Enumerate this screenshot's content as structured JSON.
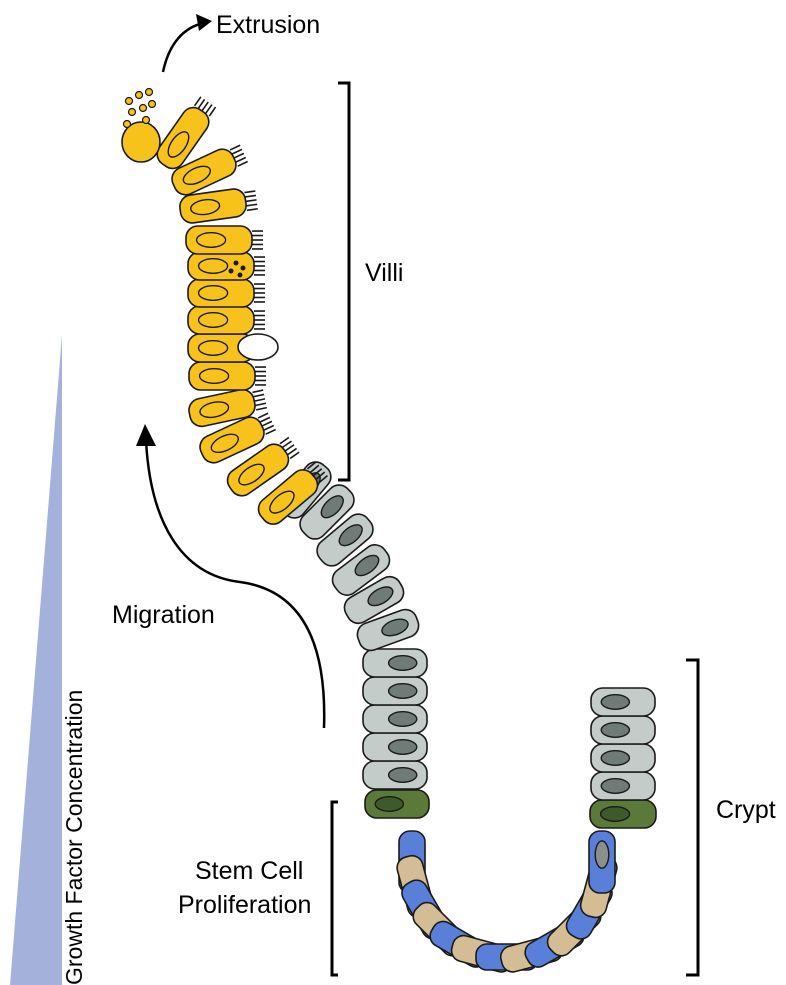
{
  "labels": {
    "extrusion": "Extrusion",
    "villi": "Villi",
    "migration": "Migration",
    "crypt": "Crypt",
    "stem_line1": "Stem Cell",
    "stem_line2": "Proliferation",
    "gradient": "Growth Factor Concentration"
  },
  "colors": {
    "villus_cell": "#f7c21b",
    "transit_cell": "#c3ccc9",
    "paneth_cell": "#5b7a3a",
    "stem_cell": "#5a7fd8",
    "tan_cell": "#d4bd94",
    "nucleus_grey": "#6f7b77",
    "gradient": "#a4b1db",
    "outline": "#1a1a1a"
  }
}
